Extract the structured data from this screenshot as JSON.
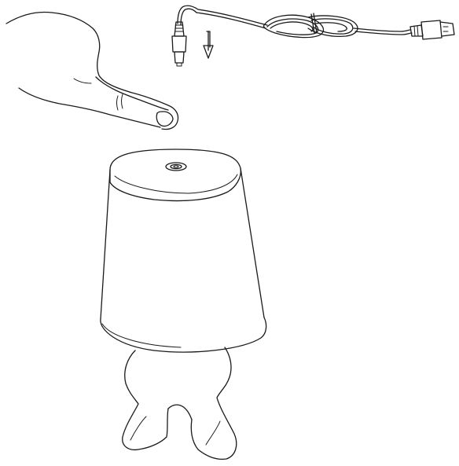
{
  "illustration": {
    "parts": [
      "hand-pointing",
      "dc-power-plug",
      "usb-cable",
      "down-arrow",
      "lamp-shade",
      "touch-button",
      "lamp-base"
    ],
    "stroke_color": "#1a1a1a",
    "background_color": "#ffffff"
  }
}
